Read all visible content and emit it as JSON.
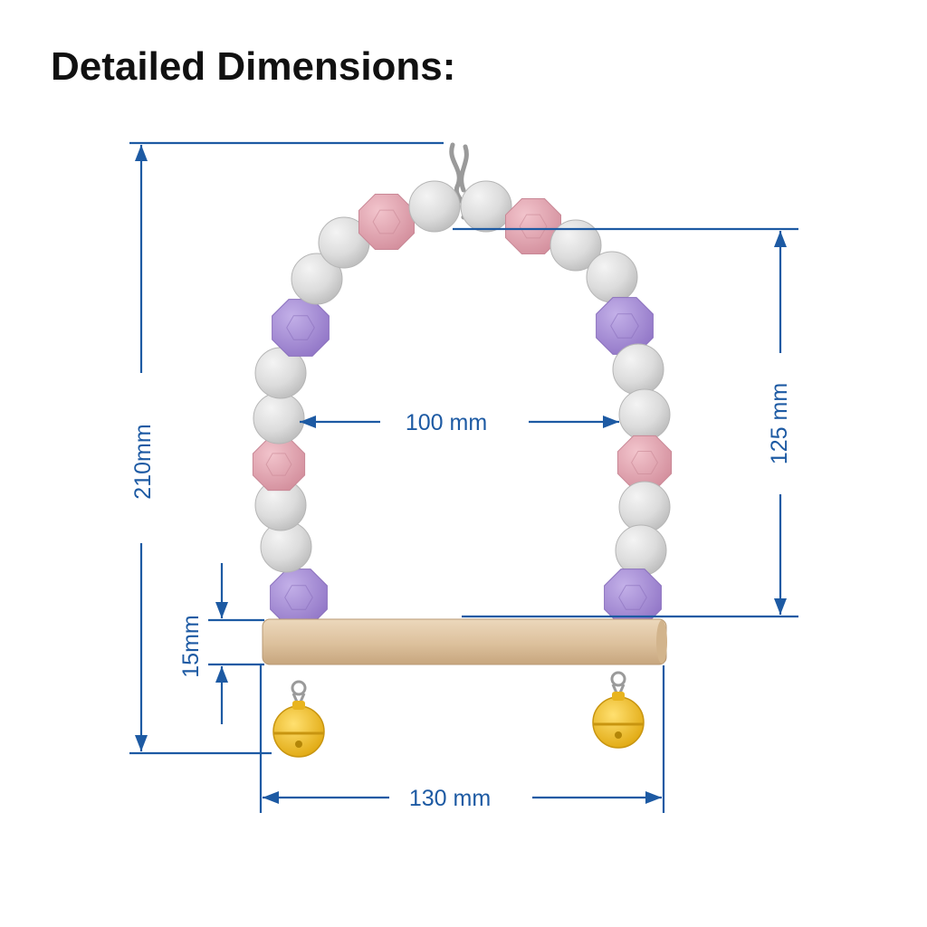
{
  "title": "Detailed Dimensions:",
  "dimensions": {
    "total_height": "210mm",
    "arch_height": "125 mm",
    "inner_width": "100 mm",
    "perch_thickness": "15mm",
    "perch_width": "130 mm"
  },
  "colors": {
    "dimension_line": "#1d5aa3",
    "title": "#111111",
    "bead_white": "#e4e4e4",
    "bead_pink": "#e6a6b2",
    "bead_purple": "#a990d6",
    "perch_wood": "#e2c8a6",
    "bell_yellow": "#f2c028",
    "hook_metal": "#9a9a9a"
  },
  "icons": [
    "hanging-hook",
    "bead-arch",
    "wooden-perch",
    "bell-icon"
  ]
}
